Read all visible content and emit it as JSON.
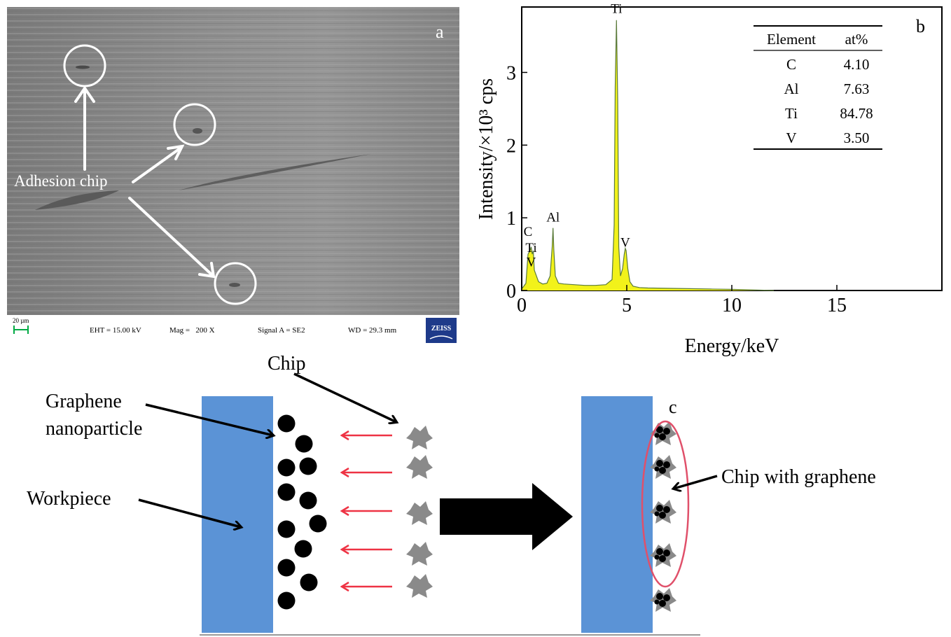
{
  "panel_a": {
    "letter": "a",
    "annotation": "Adhesion chip",
    "status_bar": {
      "scale": "20 µm",
      "eht": "EHT = 15.00 kV",
      "mag": "Mag =   200 X",
      "signal": "Signal A = SE2",
      "wd": "WD = 29.3 mm",
      "logo": "ZEISS"
    }
  },
  "panel_b": {
    "letter": "b",
    "table": {
      "headers": [
        "Element",
        "at%"
      ],
      "rows": [
        [
          "C",
          "4.10"
        ],
        [
          "Al",
          "7.63"
        ],
        [
          "Ti",
          "84.78"
        ],
        [
          "V",
          "3.50"
        ]
      ]
    },
    "peak_labels": [
      "C",
      "Ti",
      "V",
      "Al",
      "Ti",
      "V"
    ]
  },
  "panel_c": {
    "letter": "c",
    "labels": {
      "chip": "Chip",
      "graphene_line1": "Graphene",
      "graphene_line2": "nanoparticle",
      "workpiece": "Workpiece",
      "chip_with_graphene": "Chip with graphene"
    }
  },
  "chart_data": {
    "type": "line",
    "xlabel": "Energy/keV",
    "ylabel": "Intensity/×10³ cps",
    "xlim": [
      0,
      20
    ],
    "ylim": [
      0,
      3.9
    ],
    "xticks": [
      0,
      5,
      10,
      15
    ],
    "yticks": [
      0,
      1,
      2,
      3
    ],
    "grid": false,
    "fill_color": "#f2f21a",
    "series": [
      {
        "x": [
          0,
          0.2,
          0.3,
          0.4,
          0.45,
          0.5,
          0.55,
          0.6,
          0.8,
          1.0,
          1.2,
          1.35,
          1.45,
          1.49,
          1.53,
          1.6,
          1.75,
          2.0,
          2.5,
          3.0,
          3.5,
          4.0,
          4.3,
          4.4,
          4.45,
          4.51,
          4.57,
          4.62,
          4.7,
          4.8,
          4.88,
          4.93,
          4.97,
          5.05,
          5.15,
          5.3,
          5.6,
          6.0,
          7.0,
          8.0,
          9.0,
          10.0,
          12.0
        ],
        "y": [
          0.02,
          0.1,
          0.5,
          0.55,
          0.6,
          0.5,
          0.55,
          0.28,
          0.12,
          0.09,
          0.1,
          0.2,
          0.6,
          0.86,
          0.55,
          0.2,
          0.1,
          0.09,
          0.08,
          0.07,
          0.07,
          0.08,
          0.15,
          0.9,
          2.8,
          3.72,
          2.6,
          0.6,
          0.2,
          0.3,
          0.5,
          0.58,
          0.55,
          0.3,
          0.12,
          0.06,
          0.04,
          0.035,
          0.03,
          0.025,
          0.02,
          0.015,
          0.0
        ]
      }
    ],
    "annotations": [
      {
        "text": "C",
        "x": 0.3,
        "y": 0.75
      },
      {
        "text": "Ti",
        "x": 0.45,
        "y": 0.53
      },
      {
        "text": "V",
        "x": 0.45,
        "y": 0.33
      },
      {
        "text": "Al",
        "x": 1.49,
        "y": 0.95
      },
      {
        "text": "Ti",
        "x": 4.51,
        "y": 3.82
      },
      {
        "text": "V",
        "x": 4.93,
        "y": 0.6
      }
    ]
  },
  "colors": {
    "workpiece": "#5b93d6",
    "arrow_red": "#ee3344",
    "ellipse": "#e0506a",
    "chip_gray": "#8a8a8a",
    "zeiss_blue": "#1e3a8a"
  }
}
